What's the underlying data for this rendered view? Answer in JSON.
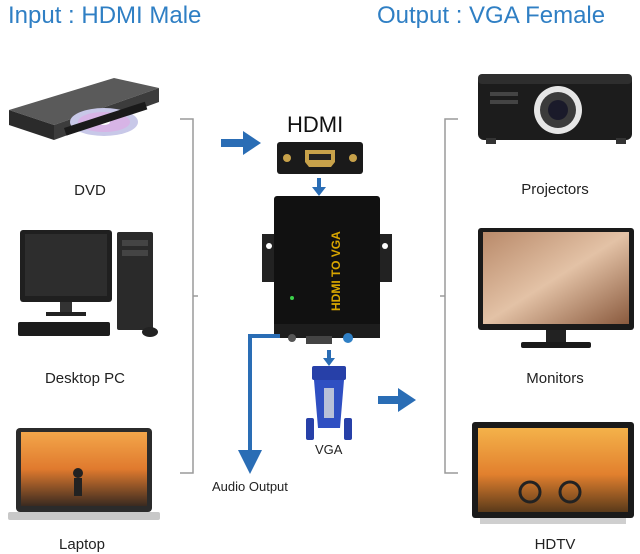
{
  "headings": {
    "input": "Input : HDMI Male",
    "output": "Output : VGA Female"
  },
  "sources": [
    {
      "label": "DVD",
      "icon": "dvd-player-icon"
    },
    {
      "label": "Desktop PC",
      "icon": "desktop-pc-icon"
    },
    {
      "label": "Laptop",
      "icon": "laptop-icon"
    }
  ],
  "displays": [
    {
      "label": "Projectors",
      "icon": "projector-icon"
    },
    {
      "label": "Monitors",
      "icon": "monitor-icon"
    },
    {
      "label": "HDTV",
      "icon": "hdtv-icon"
    }
  ],
  "converter": {
    "hdmi_label": "HDMI",
    "device_text": "HDMI TO VGA",
    "vga_label": "VGA",
    "audio_label": "Audio Output"
  },
  "colors": {
    "accent": "#2f7fc4",
    "arrow": "#2a6db5",
    "device": "#111111",
    "device_text": "#d9a600",
    "vga_blue": "#2740a8"
  }
}
